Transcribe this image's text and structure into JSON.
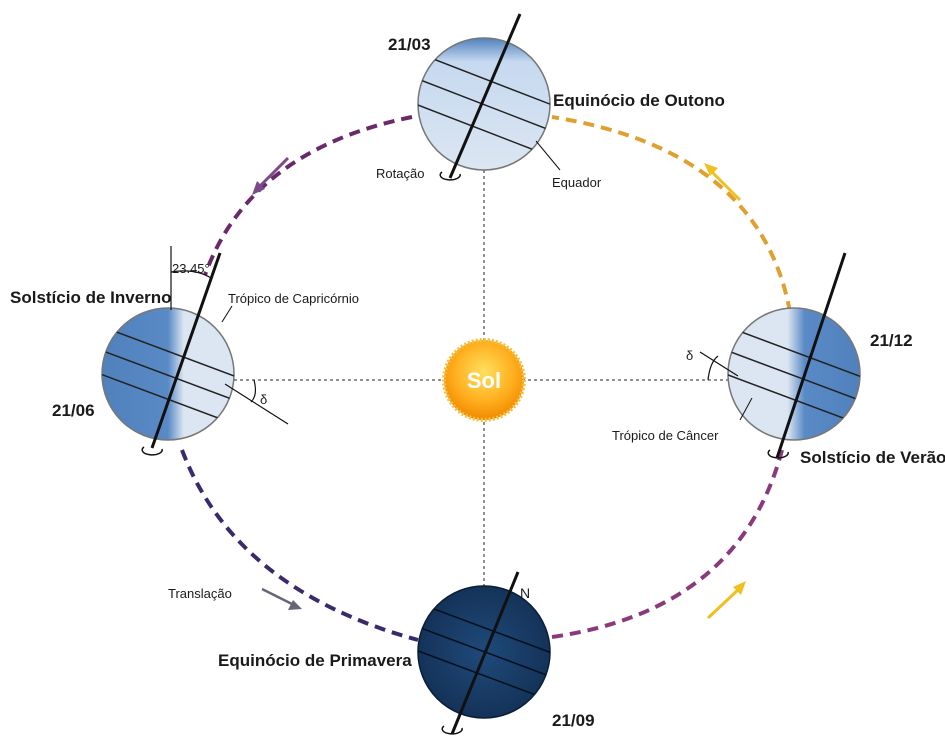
{
  "sun": {
    "label": "Sol"
  },
  "positions": {
    "autumn": {
      "date": "21/03",
      "name": "Equinócio de Outono"
    },
    "winter": {
      "date": "21/06",
      "name": "Solstício de Inverno"
    },
    "summer": {
      "date": "21/12",
      "name": "Solstício de Verão"
    },
    "spring": {
      "date": "21/09",
      "name": "Equinócio de Primavera"
    }
  },
  "annotations": {
    "rotation": "Rotação",
    "equator": "Equador",
    "tilt": "23.45°",
    "capricorn": "Trópico  de Capricórnio",
    "cancer": "Trópico  de Câncer",
    "declination_winter": "δ",
    "declination_summer": "δ",
    "north": "N",
    "translation": "Translação"
  },
  "colors": {
    "orbit_purple": "#6a2a6a",
    "orbit_orange": "#e0a030",
    "arrow_purple": "#7a4a8a",
    "arrow_yellow": "#f0c020",
    "globe_light": "#dce6f2",
    "globe_mid": "#4f81bd",
    "globe_dark": "#17375e",
    "sun_core": "#ffb020"
  }
}
